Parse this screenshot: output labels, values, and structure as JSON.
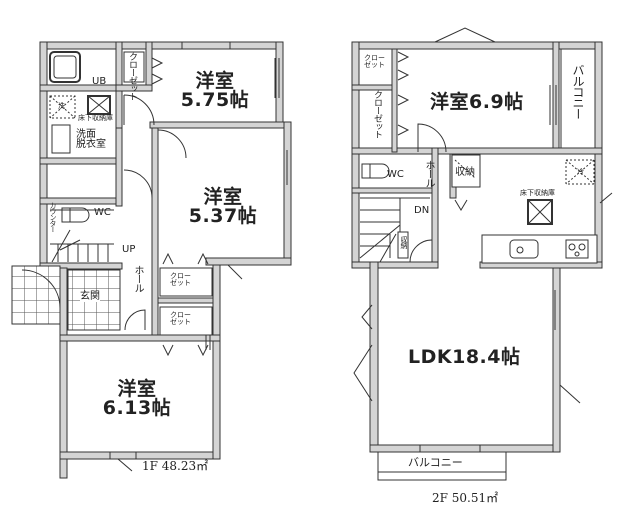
{
  "floor1": {
    "area_label": "1F 48.23㎡",
    "rooms": {
      "bedroom_a": {
        "name": "洋室",
        "size": "5.75帖"
      },
      "bedroom_b": {
        "name": "洋室",
        "size": "5.37帖"
      },
      "bedroom_c": {
        "name": "洋室",
        "size": "6.13帖"
      },
      "bath": "UB",
      "washroom_line1": "洗面",
      "washroom_line2": "脱衣室",
      "washer": "洗",
      "underfloor_storage": "床下収納庫",
      "wc": "WC",
      "counter": "カウンター",
      "entrance": "玄関",
      "hall": "ホール",
      "stairs_up": "UP",
      "closet_vertical": "クローゼット",
      "closet_a_line1": "クロー",
      "closet_a_line2": "ゼット",
      "closet_b_line1": "クロー",
      "closet_b_line2": "ゼット"
    }
  },
  "floor2": {
    "area_label": "2F 50.51㎡",
    "rooms": {
      "bedroom": "洋室6.9帖",
      "ldk": "LDK18.4帖",
      "balcony_side": "バルコニー",
      "balcony_bottom": "バルコニー",
      "closet_small_line1": "クロー",
      "closet_small_line2": "ゼット",
      "closet_tall": "クローゼット",
      "wc": "WC",
      "hall": "ホール",
      "stairs_down": "DN",
      "storage": "収納",
      "storage_small": "収納",
      "fridge": "冷",
      "underfloor_storage": "床下収納庫"
    }
  },
  "colors": {
    "wall_fill": "#d4d4d4",
    "line": "#333333",
    "background": "#ffffff"
  }
}
